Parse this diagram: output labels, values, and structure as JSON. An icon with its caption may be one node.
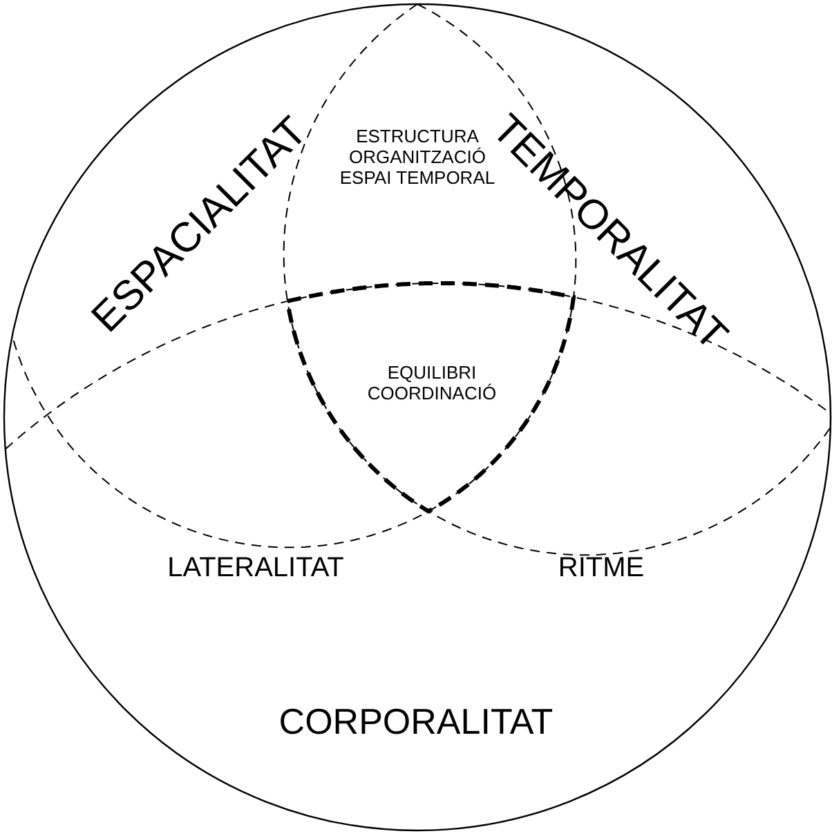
{
  "diagram": {
    "nodes": [
      {
        "text": [
          "CORPORALITAT"
        ]
      },
      {
        "text": [
          "EQUILIBRI COORDINACIÓ"
        ],
        "in": 0
      }
    ],
    "labels": [
      "ESPACIALITAT",
      "TEMPORALITAT",
      "ESTRUCTURA ORGANITZACIÓ ESPAI TEMPORAL",
      "LATERALITAT",
      "RITME"
    ]
  }
}
